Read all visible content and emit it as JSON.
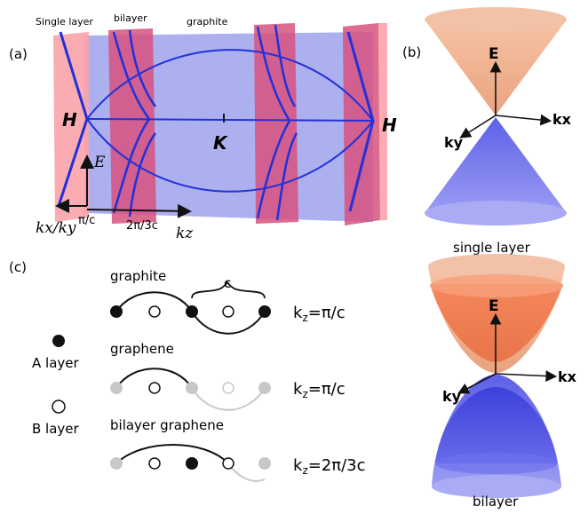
{
  "panel_a": {
    "label": "(a)",
    "top_labels": {
      "single_layer": "Single layer",
      "bilayer": "bilayer",
      "graphite": "graphite"
    },
    "point_H_left": "H",
    "point_H_right": "H",
    "point_K": "K",
    "axis_E": "E",
    "axis_kxky": "kx/ky",
    "axis_kz": "kz",
    "tick_pi_c": "π/c",
    "tick_2pi_3c": "2π/3c",
    "colors": {
      "pink": "#f9a3aa",
      "magenta": "#d7527f",
      "lavender": "#9fa2ec",
      "line": "#2230d8"
    }
  },
  "panel_b": {
    "label": "(b)",
    "single": {
      "E": "E",
      "kx": "kx",
      "ky": "ky",
      "caption": "single layer"
    },
    "bilayer": {
      "E": "E",
      "kx": "kx",
      "ky": "ky",
      "caption": "bilayer"
    },
    "colors": {
      "upper_cone": "#f2b08c",
      "upper_inner": "#f07a45",
      "lower_cone": "#7c7ef0",
      "lower_inner": "#3a3ee0"
    }
  },
  "panel_c": {
    "label": "(c)",
    "rows": [
      {
        "title": "graphite",
        "equation": "kz=π/c"
      },
      {
        "title": "graphene",
        "equation": "kz=π/c"
      },
      {
        "title": "bilayer graphene",
        "equation": "kz=2π/3c"
      }
    ],
    "bracket_label": "c",
    "legend": {
      "a_layer": "A layer",
      "b_layer": "B layer"
    }
  }
}
